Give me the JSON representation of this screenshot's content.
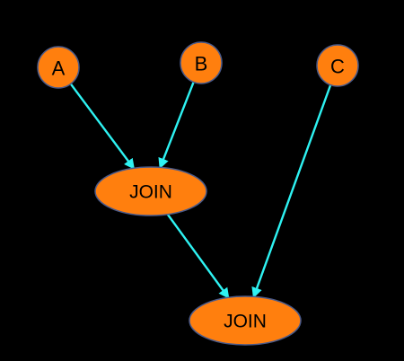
{
  "diagram": {
    "background": "#000000",
    "node_fill": "#ff7f0e",
    "edge_color": "#2ef2f2",
    "nodes": [
      {
        "id": "A",
        "label": "A",
        "shape": "circle"
      },
      {
        "id": "B",
        "label": "B",
        "shape": "circle"
      },
      {
        "id": "C",
        "label": "C",
        "shape": "circle"
      },
      {
        "id": "join1",
        "label": "JOIN",
        "shape": "ellipse"
      },
      {
        "id": "join2",
        "label": "JOIN",
        "shape": "ellipse"
      }
    ],
    "edges": [
      {
        "from": "A",
        "to": "join1"
      },
      {
        "from": "B",
        "to": "join1"
      },
      {
        "from": "join1",
        "to": "join2"
      },
      {
        "from": "C",
        "to": "join2"
      }
    ]
  }
}
